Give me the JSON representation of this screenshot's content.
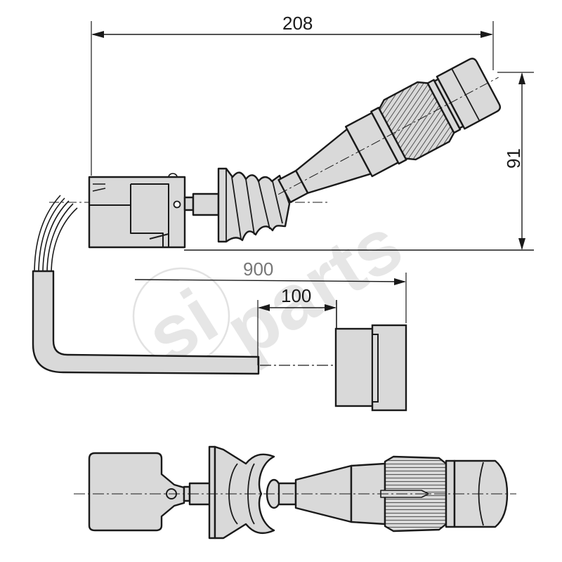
{
  "drawing": {
    "type": "technical-drawing",
    "subject": "steering column combination switch with cable and connector",
    "colors": {
      "fill": "#d9d9d9",
      "stroke": "#1a1a1a",
      "background": "#ffffff",
      "watermark": "#c8c8c8"
    }
  },
  "dimensions": {
    "overall_length": {
      "value": "208",
      "orientation": "horizontal"
    },
    "height": {
      "value": "91",
      "orientation": "vertical"
    },
    "cable_length": {
      "value": "900",
      "orientation": "horizontal"
    },
    "stripped_length": {
      "value": "100",
      "orientation": "horizontal"
    }
  },
  "views": [
    {
      "id": "side-view",
      "label": "Side view of switch lever (angled)"
    },
    {
      "id": "cable-connector",
      "label": "Cable with connector plug"
    },
    {
      "id": "top-view",
      "label": "Top view of switch lever"
    }
  ],
  "watermark": {
    "text_prefix": "si",
    "text_main": "parts"
  }
}
